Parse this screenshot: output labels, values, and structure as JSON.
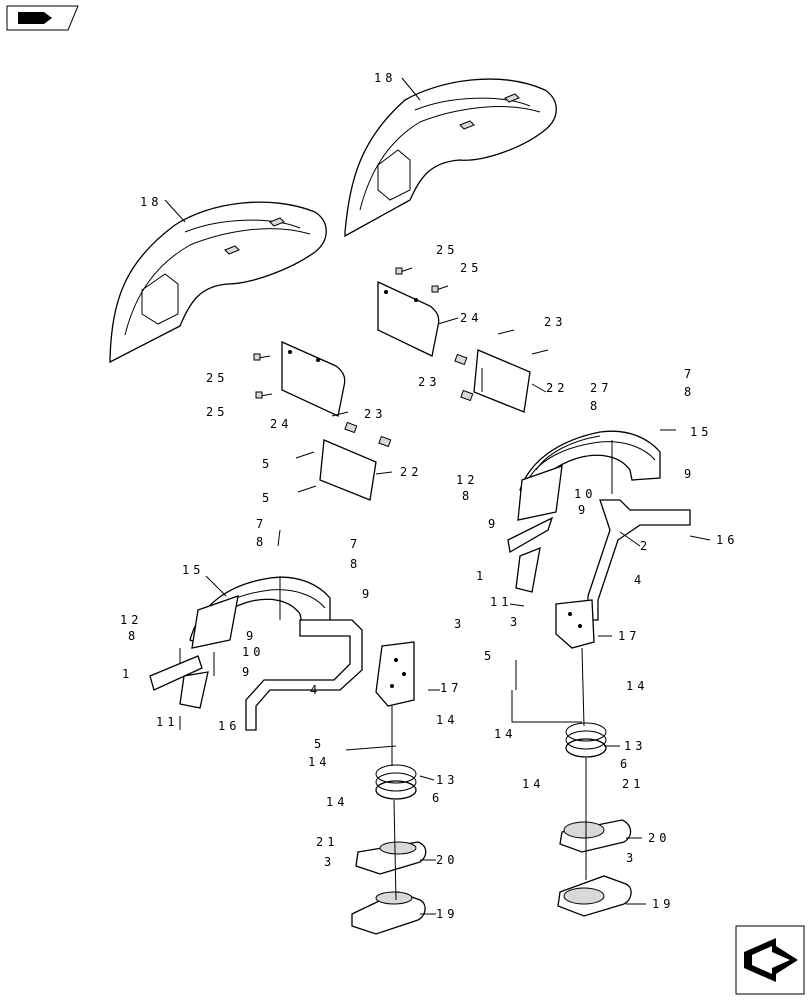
{
  "labels": {
    "l18a": "18",
    "l18b": "18",
    "l25a": "25",
    "l25b": "25",
    "l25c": "25",
    "l25d": "25",
    "l24a": "24",
    "l24b": "24",
    "l23a": "23",
    "l23b": "23",
    "l23c": "23",
    "l22a": "22",
    "l22b": "22",
    "l27": "27",
    "l8a": "8",
    "l8b": "8",
    "l8c": "8",
    "l8d": "8",
    "l8e": "8",
    "l8f": "8",
    "l7a": "7",
    "l7b": "7",
    "l7c": "7",
    "l5a": "5",
    "l5b": "5",
    "l5c": "5",
    "l5d": "5",
    "l15a": "15",
    "l15b": "15",
    "l12a": "12",
    "l12b": "12",
    "l10a": "10",
    "l10b": "10",
    "l9a": "9",
    "l9b": "9",
    "l9c": "9",
    "l9d": "9",
    "l9e": "9",
    "l9f": "9",
    "l1a": "1",
    "l1b": "1",
    "l11a": "11",
    "l11b": "11",
    "l16a": "16",
    "l16b": "16",
    "l2": "2",
    "l4a": "4",
    "l4b": "4",
    "l3a": "3",
    "l3b": "3",
    "l3c": "3",
    "l3d": "3",
    "l17a": "17",
    "l17b": "17",
    "l14a": "14",
    "l14b": "14",
    "l14c": "14",
    "l14d": "14",
    "l14e": "14",
    "l14f": "14",
    "l13a": "13",
    "l13b": "13",
    "l6a": "6",
    "l6b": "6",
    "l21a": "21",
    "l21b": "21",
    "l20a": "20",
    "l20b": "20",
    "l19a": "19",
    "l19b": "19"
  },
  "icons": {
    "top_left": "book-open-icon",
    "bottom_right": "next-page-arrow-icon"
  }
}
